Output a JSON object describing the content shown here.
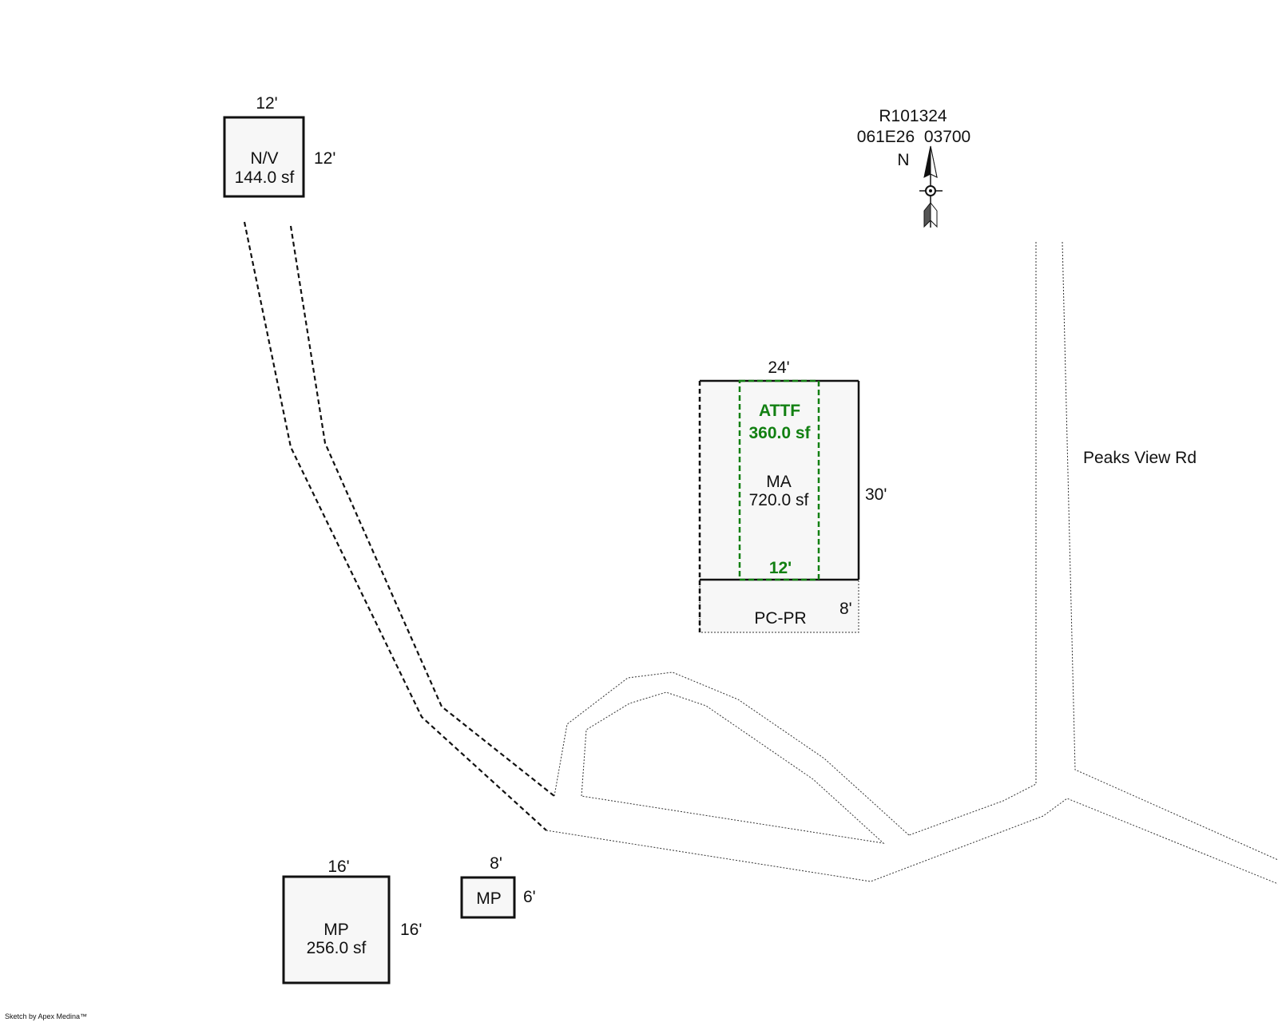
{
  "header": {
    "parcel_id": "R101324",
    "map_number": "061E26  03700",
    "north_label": "N"
  },
  "structures": {
    "nv": {
      "width_label": "12'",
      "depth_label": "12'",
      "code": "N/V",
      "area": "144.0 sf"
    },
    "main": {
      "width_label": "24'",
      "depth_label": "30'",
      "code": "MA",
      "area": "720.0 sf",
      "attached": {
        "code": "ATTF",
        "area": "360.0 sf",
        "width_label": "12'",
        "color": "#128012"
      },
      "porch": {
        "code": "PC-PR",
        "depth_label": "8'"
      }
    },
    "mp_large": {
      "width_label": "16'",
      "depth_label": "16'",
      "code": "MP",
      "area": "256.0 sf"
    },
    "mp_small": {
      "width_label": "8'",
      "depth_label": "6'",
      "code": "MP"
    }
  },
  "road": {
    "name": "Peaks View Rd"
  },
  "credit": "Sketch by Apex Medina™",
  "colors": {
    "building_fill": "#f7f7f7",
    "outline": "#111111",
    "attached_outline": "#128012"
  }
}
